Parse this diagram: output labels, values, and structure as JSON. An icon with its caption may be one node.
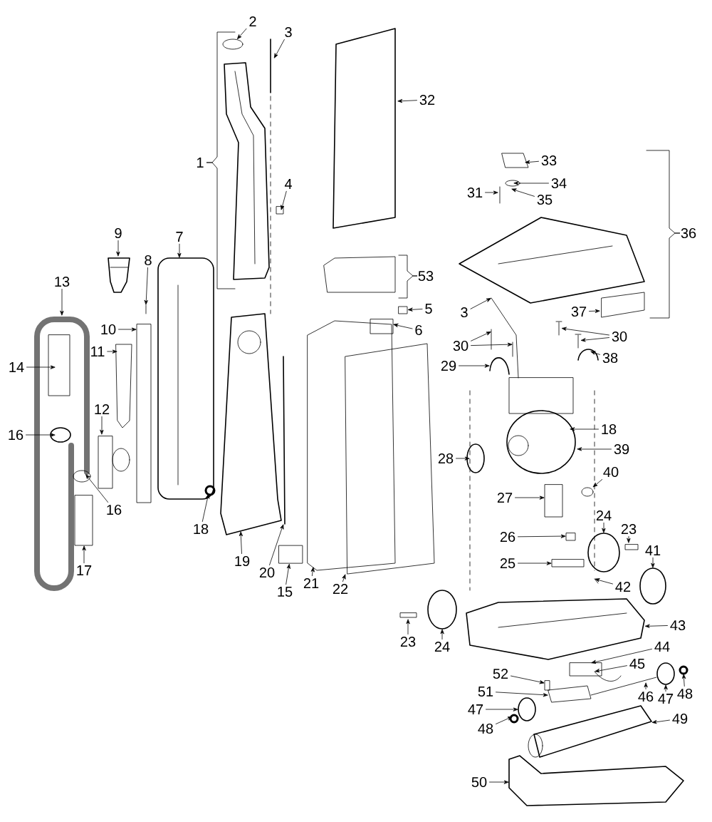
{
  "diagram": {
    "nodes": [
      {
        "text": [
          "2"
        ]
      },
      {
        "text": [
          "3"
        ]
      },
      {
        "text": [
          "32"
        ]
      },
      {
        "text": [
          "33"
        ]
      },
      {
        "text": [
          "1"
        ]
      },
      {
        "text": [
          "34"
        ]
      },
      {
        "text": [
          "4"
        ]
      },
      {
        "text": [
          "31"
        ]
      },
      {
        "text": [
          "35"
        ]
      },
      {
        "text": [
          "36"
        ]
      },
      {
        "text": [
          "9"
        ]
      },
      {
        "text": [
          "7"
        ]
      },
      {
        "text": [
          "8"
        ]
      },
      {
        "text": [
          "53"
        ]
      },
      {
        "text": [
          "13"
        ]
      },
      {
        "text": [
          "5"
        ]
      },
      {
        "text": [
          "37"
        ]
      },
      {
        "text": [
          "3"
        ]
      },
      {
        "text": [
          "10"
        ]
      },
      {
        "text": [
          "6"
        ]
      },
      {
        "text": [
          "30"
        ]
      },
      {
        "text": [
          "30"
        ]
      },
      {
        "text": [
          "11"
        ]
      },
      {
        "text": [
          "38"
        ]
      },
      {
        "text": [
          "29"
        ]
      },
      {
        "text": [
          "14"
        ]
      },
      {
        "text": [
          "12"
        ]
      },
      {
        "text": [
          "18"
        ]
      },
      {
        "text": [
          "16"
        ]
      },
      {
        "text": [
          "39"
        ]
      },
      {
        "text": [
          "28"
        ]
      },
      {
        "text": [
          "40"
        ]
      },
      {
        "text": [
          "27"
        ]
      },
      {
        "text": [
          "16"
        ]
      },
      {
        "text": [
          "24"
        ]
      },
      {
        "text": [
          "18"
        ]
      },
      {
        "text": [
          "23"
        ]
      },
      {
        "text": [
          "26"
        ]
      },
      {
        "text": [
          "41"
        ]
      },
      {
        "text": [
          "19"
        ]
      },
      {
        "text": [
          "25"
        ]
      },
      {
        "text": [
          "17"
        ]
      },
      {
        "text": [
          "20"
        ]
      },
      {
        "text": [
          "21"
        ]
      },
      {
        "text": [
          "42"
        ]
      },
      {
        "text": [
          "22"
        ]
      },
      {
        "text": [
          "15"
        ]
      },
      {
        "text": [
          "43"
        ]
      },
      {
        "text": [
          "23"
        ]
      },
      {
        "text": [
          "24"
        ]
      },
      {
        "text": [
          "44"
        ]
      },
      {
        "text": [
          "45"
        ]
      },
      {
        "text": [
          "52"
        ]
      },
      {
        "text": [
          "51"
        ]
      },
      {
        "text": [
          "48"
        ]
      },
      {
        "text": [
          "46"
        ]
      },
      {
        "text": [
          "47"
        ]
      },
      {
        "text": [
          "47"
        ]
      },
      {
        "text": [
          "49"
        ]
      },
      {
        "text": [
          "48"
        ]
      },
      {
        "text": [
          "50"
        ]
      },
      {
        "text": [],
        "shape": "circle"
      },
      {
        "text": [],
        "shape": "box"
      },
      {
        "text": [],
        "shape": "picture"
      },
      {
        "text": [],
        "shape": "picture"
      },
      {
        "text": [],
        "shape": "picture"
      },
      {
        "text": [],
        "shape": "box"
      },
      {
        "text": [],
        "shape": "picture"
      },
      {
        "text": [],
        "shape": "picture"
      },
      {
        "text": [],
        "shape": "picture"
      }
    ],
    "edges": [
      {
        "from": 0,
        "to": 61,
        "arrow": "to"
      },
      {
        "from": 1,
        "to": null,
        "arrow": "to"
      },
      {
        "from": 2,
        "to": null,
        "arrow": "to"
      },
      {
        "from": 3,
        "to": null,
        "arrow": "to"
      },
      {
        "from": 5,
        "to": null,
        "arrow": "to"
      },
      {
        "from": 6,
        "to": null,
        "arrow": "to"
      },
      {
        "from": 7,
        "to": null,
        "arrow": "to"
      },
      {
        "from": 8,
        "to": null,
        "arrow": "to"
      },
      {
        "from": 10,
        "to": null,
        "arrow": "to"
      },
      {
        "from": 11,
        "to": null,
        "arrow": "to"
      },
      {
        "from": 12,
        "to": null,
        "arrow": "to"
      },
      {
        "from": 14,
        "to": null,
        "arrow": "to"
      },
      {
        "from": 15,
        "to": 62,
        "arrow": "to"
      },
      {
        "from": 16,
        "to": null,
        "arrow": "to"
      },
      {
        "from": 17,
        "to": null,
        "arrow": "to"
      },
      {
        "from": 18,
        "to": null,
        "arrow": "to"
      },
      {
        "from": 19,
        "to": null,
        "arrow": "to"
      },
      {
        "from": 20,
        "to": 63,
        "arrow": "to"
      },
      {
        "from": 20,
        "to": 64,
        "arrow": "to"
      },
      {
        "from": 21,
        "to": null,
        "arrow": "to"
      },
      {
        "from": 21,
        "to": null,
        "arrow": "to"
      },
      {
        "from": 22,
        "to": null,
        "arrow": "to"
      },
      {
        "from": 23,
        "to": null,
        "arrow": "to"
      },
      {
        "from": 24,
        "to": null,
        "arrow": "to"
      },
      {
        "from": 25,
        "to": null,
        "arrow": "to"
      },
      {
        "from": 26,
        "to": null,
        "arrow": "to"
      },
      {
        "from": 27,
        "to": null,
        "arrow": "to"
      },
      {
        "from": 28,
        "to": null,
        "arrow": "to"
      },
      {
        "from": 29,
        "to": null,
        "arrow": "to"
      },
      {
        "from": 30,
        "to": null,
        "arrow": "to"
      },
      {
        "from": 31,
        "to": 65,
        "arrow": "to"
      },
      {
        "from": 32,
        "to": null,
        "arrow": "to"
      },
      {
        "from": 33,
        "to": null,
        "arrow": "to"
      },
      {
        "from": 34,
        "to": null,
        "arrow": "to"
      },
      {
        "from": 35,
        "to": null,
        "arrow": "to"
      },
      {
        "from": 36,
        "to": null,
        "arrow": "to"
      },
      {
        "from": 37,
        "to": null,
        "arrow": "to"
      },
      {
        "from": 38,
        "to": null,
        "arrow": "to"
      },
      {
        "from": 39,
        "to": null,
        "arrow": "to"
      },
      {
        "from": 40,
        "to": null,
        "arrow": "to"
      },
      {
        "from": 41,
        "to": null,
        "arrow": "to"
      },
      {
        "from": 42,
        "to": null,
        "arrow": "to"
      },
      {
        "from": 43,
        "to": null,
        "arrow": "to"
      },
      {
        "from": 44,
        "to": null,
        "arrow": "to"
      },
      {
        "from": 45,
        "to": null,
        "arrow": "to"
      },
      {
        "from": 46,
        "to": 66,
        "arrow": "to"
      },
      {
        "from": 47,
        "to": 67,
        "arrow": "to"
      },
      {
        "from": 48,
        "to": null,
        "arrow": "to"
      },
      {
        "from": 49,
        "to": null,
        "arrow": "to"
      },
      {
        "from": 50,
        "to": null,
        "arrow": "to"
      },
      {
        "from": 51,
        "to": null,
        "arrow": "to"
      },
      {
        "from": 52,
        "to": null,
        "arrow": "to"
      },
      {
        "from": 53,
        "to": null,
        "arrow": "to"
      },
      {
        "from": 54,
        "to": null,
        "arrow": "to"
      },
      {
        "from": 55,
        "to": null,
        "arrow": "to"
      },
      {
        "from": 56,
        "to": null,
        "arrow": "to"
      },
      {
        "from": 57,
        "to": null,
        "arrow": "to"
      },
      {
        "from": 58,
        "to": 68,
        "arrow": "to"
      },
      {
        "from": 59,
        "to": null,
        "arrow": "to"
      },
      {
        "from": 60,
        "to": null,
        "arrow": "to"
      }
    ]
  }
}
